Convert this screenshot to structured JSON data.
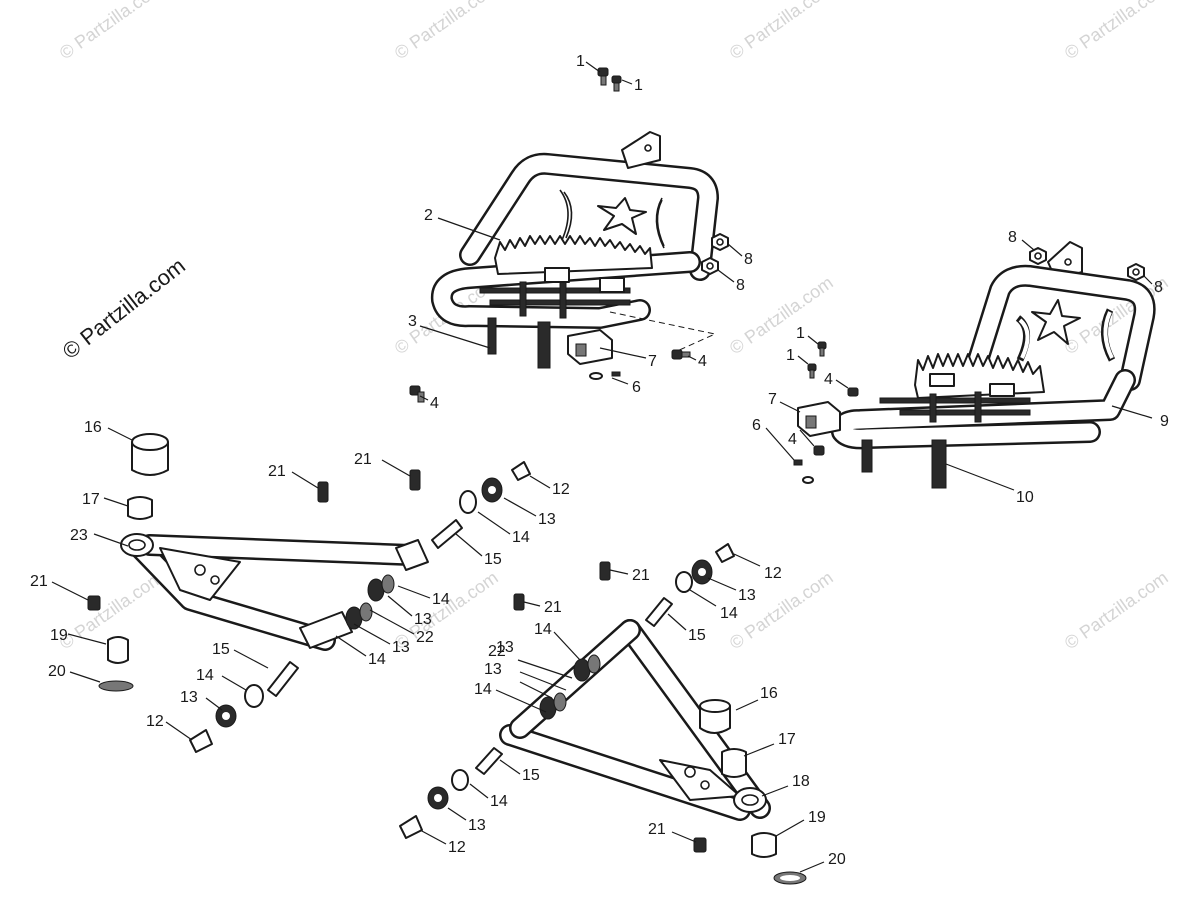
{
  "brand_text": "© Partzilla.com",
  "watermark_text": "© Partzilla.com",
  "callouts": [
    {
      "id": "c1a",
      "text": "1"
    },
    {
      "id": "c1b",
      "text": "1"
    },
    {
      "id": "c2",
      "text": "2"
    },
    {
      "id": "c3",
      "text": "3"
    },
    {
      "id": "c4a",
      "text": "4"
    },
    {
      "id": "c4b",
      "text": "4"
    },
    {
      "id": "c6a",
      "text": "6"
    },
    {
      "id": "c7a",
      "text": "7"
    },
    {
      "id": "c8a",
      "text": "8"
    },
    {
      "id": "c8b",
      "text": "8"
    },
    {
      "id": "c8c",
      "text": "8"
    },
    {
      "id": "c8d",
      "text": "8"
    },
    {
      "id": "c1c",
      "text": "1"
    },
    {
      "id": "c1d",
      "text": "1"
    },
    {
      "id": "c4c",
      "text": "4"
    },
    {
      "id": "c4d",
      "text": "4"
    },
    {
      "id": "c7b",
      "text": "7"
    },
    {
      "id": "c6b",
      "text": "6"
    },
    {
      "id": "c9",
      "text": "9"
    },
    {
      "id": "c10",
      "text": "10"
    },
    {
      "id": "c16a",
      "text": "16"
    },
    {
      "id": "c17a",
      "text": "17"
    },
    {
      "id": "c23",
      "text": "23"
    },
    {
      "id": "c21a",
      "text": "21"
    },
    {
      "id": "c21b",
      "text": "21"
    },
    {
      "id": "c21c",
      "text": "21"
    },
    {
      "id": "c12a",
      "text": "12"
    },
    {
      "id": "c13a",
      "text": "13"
    },
    {
      "id": "c14a",
      "text": "14"
    },
    {
      "id": "c15a",
      "text": "15"
    },
    {
      "id": "c14b",
      "text": "14"
    },
    {
      "id": "c13b",
      "text": "13"
    },
    {
      "id": "c22a",
      "text": "22"
    },
    {
      "id": "c13c",
      "text": "13"
    },
    {
      "id": "c14c",
      "text": "14"
    },
    {
      "id": "c19a",
      "text": "19"
    },
    {
      "id": "c20a",
      "text": "20"
    },
    {
      "id": "c15b",
      "text": "15"
    },
    {
      "id": "c14d",
      "text": "14"
    },
    {
      "id": "c13d",
      "text": "13"
    },
    {
      "id": "c12b",
      "text": "12"
    },
    {
      "id": "c21d",
      "text": "21"
    },
    {
      "id": "c21e",
      "text": "21"
    },
    {
      "id": "c12c",
      "text": "12"
    },
    {
      "id": "c13e",
      "text": "13"
    },
    {
      "id": "c14e",
      "text": "14"
    },
    {
      "id": "c15c",
      "text": "15"
    },
    {
      "id": "c14f",
      "text": "14"
    },
    {
      "id": "c22b",
      "text": "22"
    },
    {
      "id": "c13f",
      "text": "13"
    },
    {
      "id": "c13g",
      "text": "13"
    },
    {
      "id": "c14g",
      "text": "14"
    },
    {
      "id": "c16b",
      "text": "16"
    },
    {
      "id": "c17b",
      "text": "17"
    },
    {
      "id": "c18",
      "text": "18"
    },
    {
      "id": "c15d",
      "text": "15"
    },
    {
      "id": "c14h",
      "text": "14"
    },
    {
      "id": "c13h",
      "text": "13"
    },
    {
      "id": "c12d",
      "text": "12"
    },
    {
      "id": "c21f",
      "text": "21"
    },
    {
      "id": "c19b",
      "text": "19"
    },
    {
      "id": "c20b",
      "text": "20"
    }
  ]
}
